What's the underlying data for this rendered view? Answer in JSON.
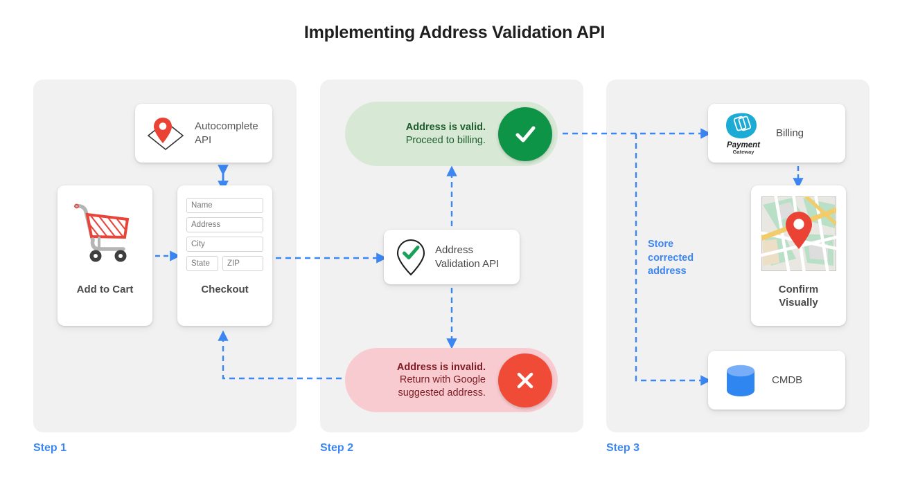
{
  "title": "Implementing Address Validation API",
  "colors": {
    "accent_blue": "#3b86f2",
    "panel_gray": "#f1f1f1",
    "valid_pill_bg": "#d7e9d5",
    "valid_badge": "#0e9447",
    "invalid_pill_bg": "#f8cbd0",
    "invalid_badge": "#ef4b36",
    "pin_red": "#ea4335",
    "db_blue": "#3b86f2",
    "payment_cyan": "#1cabd4",
    "text_dark": "#4a4a4a"
  },
  "steps": [
    {
      "label": "Step 1"
    },
    {
      "label": "Step 2"
    },
    {
      "label": "Step 3"
    }
  ],
  "step1": {
    "autocomplete_card": {
      "label": "Autocomplete API",
      "icon": "map-pin-diamond-icon"
    },
    "add_to_cart_card": {
      "label": "Add to Cart",
      "icon": "shopping-cart-icon"
    },
    "checkout_card": {
      "label": "Checkout",
      "fields": [
        {
          "name": "name",
          "placeholder": "Name"
        },
        {
          "name": "address",
          "placeholder": "Address"
        },
        {
          "name": "city",
          "placeholder": "City"
        },
        {
          "name": "state",
          "placeholder": "State"
        },
        {
          "name": "zip",
          "placeholder": "ZIP"
        }
      ]
    }
  },
  "step2": {
    "valid_pill": {
      "line1": "Address is valid.",
      "line2": "Proceed to billing.",
      "icon": "check-circle-icon"
    },
    "invalid_pill": {
      "line1": "Address is invalid.",
      "line2": "Return with Google",
      "line3": "suggested address.",
      "icon": "x-circle-icon"
    },
    "validation_card": {
      "line1": "Address",
      "line2": "Validation API",
      "icon": "map-pin-check-icon"
    }
  },
  "step3": {
    "billing_card": {
      "label": "Billing",
      "logo_line1": "Payment",
      "logo_line2": "Gateway",
      "icon": "payment-gateway-icon"
    },
    "confirm_card": {
      "line1": "Confirm",
      "line2": "Visually",
      "icon": "map-thumbnail-icon"
    },
    "cmdb_card": {
      "label": "CMDB",
      "icon": "database-cylinder-icon"
    },
    "store_note": {
      "line1": "Store",
      "line2": "corrected",
      "line3": "address"
    }
  }
}
